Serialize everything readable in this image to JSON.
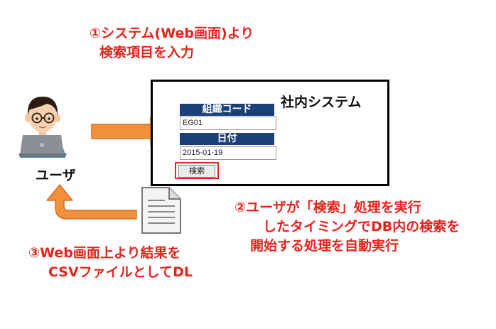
{
  "step1": {
    "line1": "①システム(Web画面)より",
    "line2": "検索項目を入力"
  },
  "system": {
    "title": "社内システム",
    "org_code_label": "組織コード",
    "org_code_value": "EG01",
    "date_label": "日付",
    "date_value": "2015-01-19",
    "search_button": "検索"
  },
  "user": {
    "label": "ユーザ"
  },
  "step2": {
    "line1": "②ユーザが「検索」処理を実行",
    "line2": "したタイミングでDB内の検索を",
    "line3": "開始する処理を自動実行"
  },
  "step3": {
    "line1": "③Web画面上より結果を",
    "line2": "CSVファイルとしてDL"
  },
  "colors": {
    "accent_red": "#e8231c",
    "arrow_orange": "#f0903a",
    "header_navy": "#1b3f77"
  },
  "icons": [
    "user-with-laptop-icon",
    "document-icon",
    "right-arrow-icon",
    "u-turn-arrow-icon"
  ]
}
